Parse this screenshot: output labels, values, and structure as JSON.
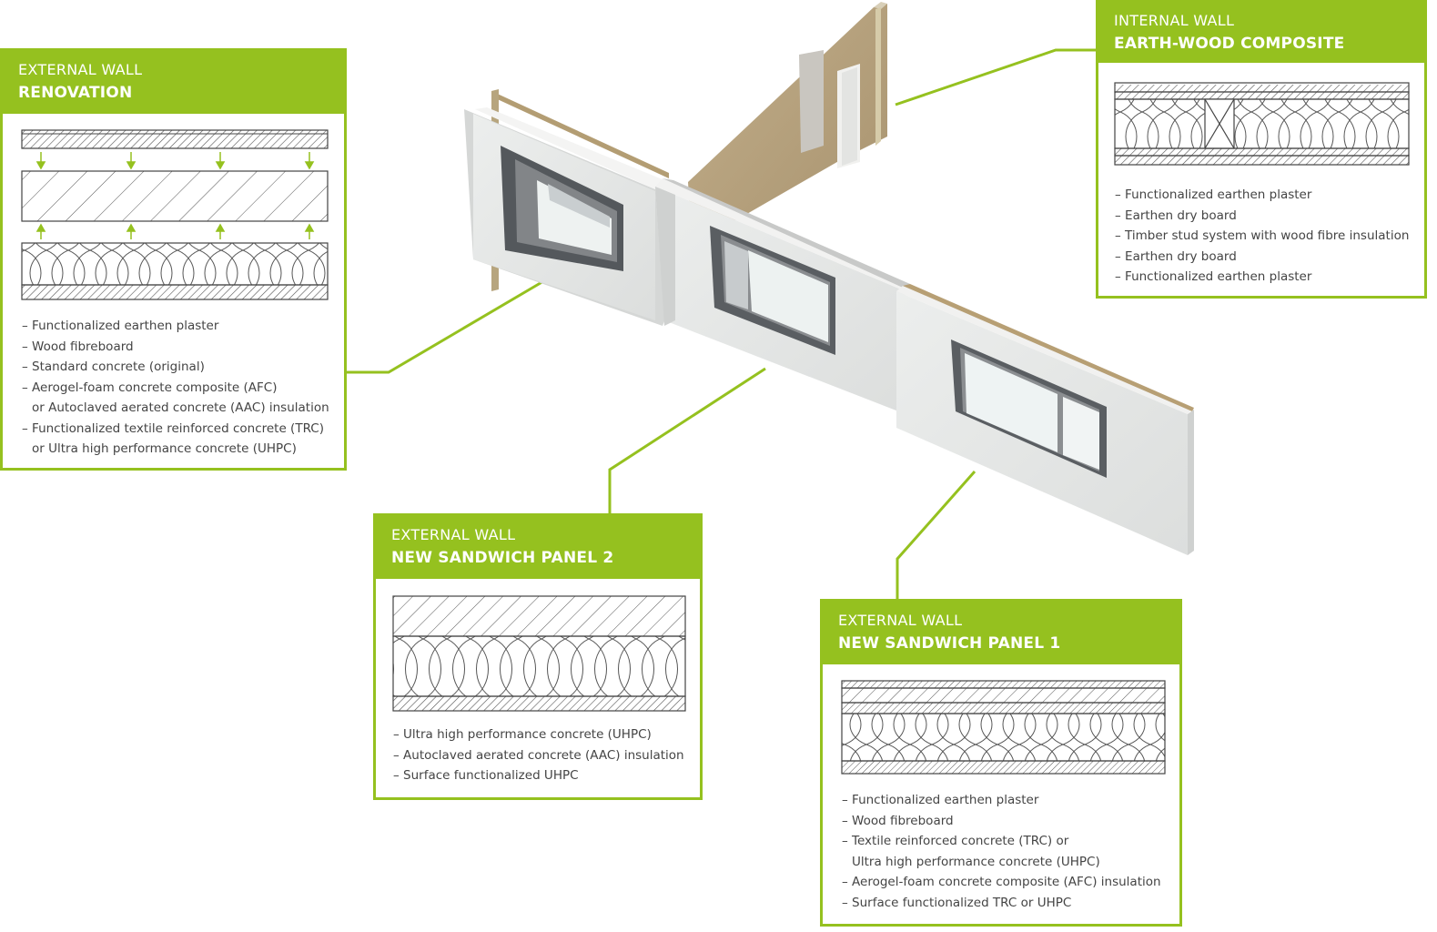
{
  "colors": {
    "accent": "#95c11f",
    "wall_face": "#e5e6e5",
    "wood": "#b9a582",
    "window_frame": "#6b6e72",
    "glass": "#eef3f3"
  },
  "panels": [
    {
      "id": "renovation",
      "kicker": "EXTERNAL WALL",
      "title": "RENOVATION",
      "layers": [
        "– Functionalized earthen plaster",
        "– Wood fibreboard",
        "– Standard concrete (original)",
        "– Aerogel-foam concrete composite (AFC)\nor Autoclaved aerated concrete (AAC) insulation",
        "– Functionalized textile reinforced concrete (TRC)\nor Ultra high performance concrete (UHPC)"
      ]
    },
    {
      "id": "internal",
      "kicker": "INTERNAL WALL",
      "title": "EARTH-WOOD COMPOSITE",
      "layers": [
        "– Functionalized earthen plaster",
        "– Earthen dry board",
        "– Timber stud system with wood fibre insulation",
        "– Earthen dry board",
        "– Functionalized earthen plaster"
      ]
    },
    {
      "id": "sandwich2",
      "kicker": "EXTERNAL WALL",
      "title": "NEW SANDWICH PANEL 2",
      "layers": [
        "– Ultra high performance concrete (UHPC)",
        "– Autoclaved aerated concrete (AAC) insulation",
        "– Surface functionalized UHPC"
      ]
    },
    {
      "id": "sandwich1",
      "kicker": "EXTERNAL WALL",
      "title": "NEW SANDWICH PANEL 1",
      "layers": [
        "– Functionalized earthen plaster",
        "– Wood fibreboard",
        "– Textile reinforced concrete (TRC) or\nUltra high performance concrete (UHPC)",
        "– Aerogel-foam concrete composite (AFC) insulation",
        "– Surface functionalized TRC or UHPC"
      ]
    }
  ]
}
